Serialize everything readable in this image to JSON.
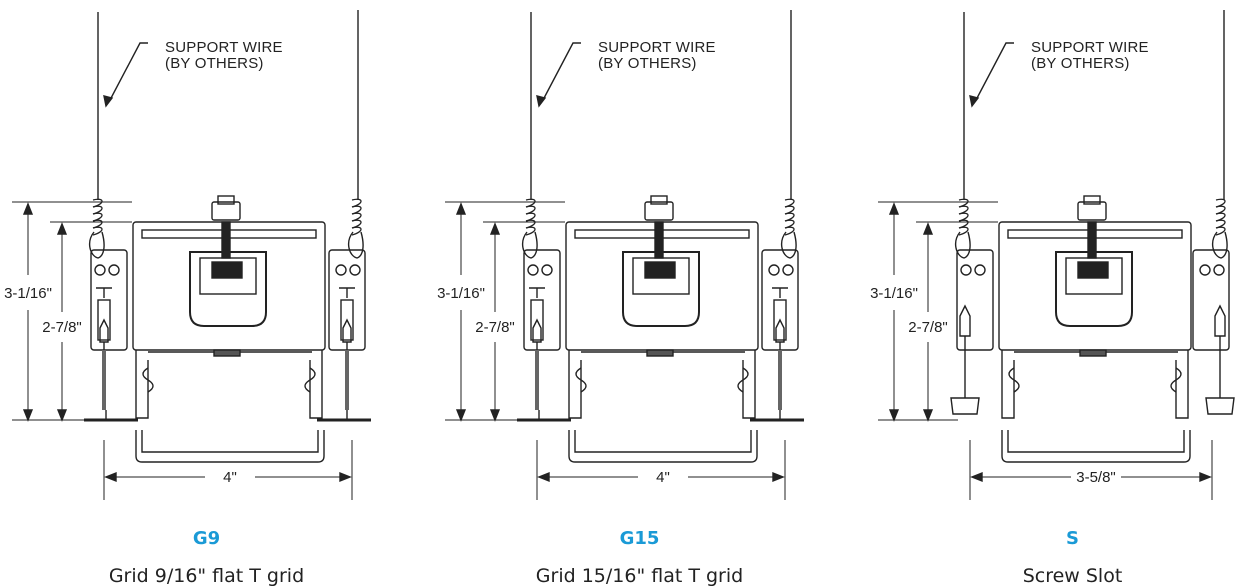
{
  "accent_color": "#1a9ad6",
  "panels": [
    {
      "code": "G9",
      "description": "Grid 9/16\" flat T grid",
      "wire_label_1": "SUPPORT WIRE",
      "wire_label_2": "(BY OTHERS)",
      "overall_height": "3-1/16\"",
      "inner_height": "2-7/8\"",
      "width": "4\""
    },
    {
      "code": "G15",
      "description": "Grid 15/16\" flat T grid",
      "wire_label_1": "SUPPORT WIRE",
      "wire_label_2": "(BY OTHERS)",
      "overall_height": "3-1/16\"",
      "inner_height": "2-7/8\"",
      "width": "4\""
    },
    {
      "code": "S",
      "description": "Screw Slot",
      "wire_label_1": "SUPPORT WIRE",
      "wire_label_2": "(BY OTHERS)",
      "overall_height": "3-1/16\"",
      "inner_height": "2-7/8\"",
      "width": "3-5/8\""
    }
  ]
}
